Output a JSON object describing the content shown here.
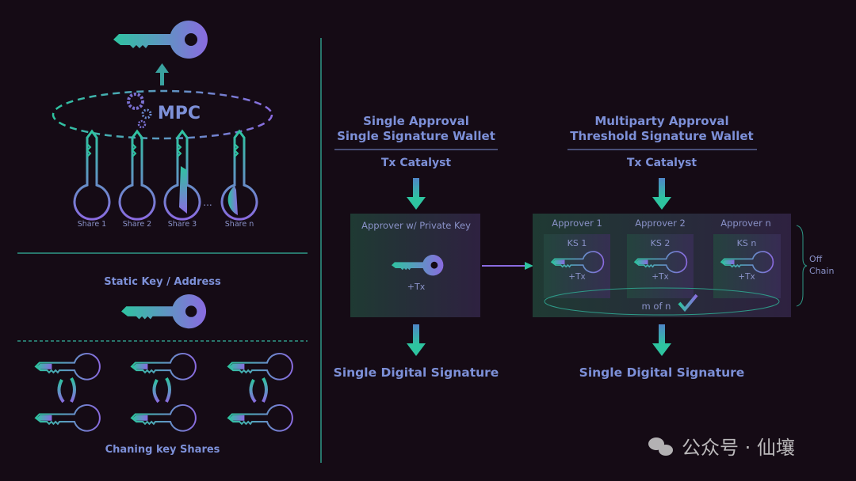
{
  "colors": {
    "background": "#150b15",
    "teal": "#2ec4a0",
    "purple": "#8a6be0",
    "title": "#7d90d8"
  },
  "left": {
    "mpc_label": "MPC",
    "shares": [
      "Share 1",
      "Share 2",
      "Share 3",
      "Share n"
    ],
    "ellipsis": "...",
    "static_key_label": "Static Key / Address",
    "changing_label": "Chaning key Shares"
  },
  "single": {
    "title_line1": "Single Approval",
    "title_line2": "Single Signature Wallet",
    "catalyst": "Tx Catalyst",
    "approver": "Approver w/ Private Key",
    "tx": "+Tx",
    "result": "Single Digital Signature"
  },
  "multi": {
    "title_line1": "Multiparty Approval",
    "title_line2": "Threshold Signature Wallet",
    "catalyst": "Tx Catalyst",
    "approvers": [
      {
        "name": "Approver 1",
        "ks": "KS 1",
        "tx": "+Tx"
      },
      {
        "name": "Approver 2",
        "ks": "KS 2",
        "tx": "+Tx"
      },
      {
        "name": "Approver n",
        "ks": "KS n",
        "tx": "+Tx"
      }
    ],
    "threshold": "m of n",
    "off_chain_1": "Off",
    "off_chain_2": "Chain",
    "result": "Single Digital Signature"
  },
  "watermark": "公众号 · 仙壤"
}
